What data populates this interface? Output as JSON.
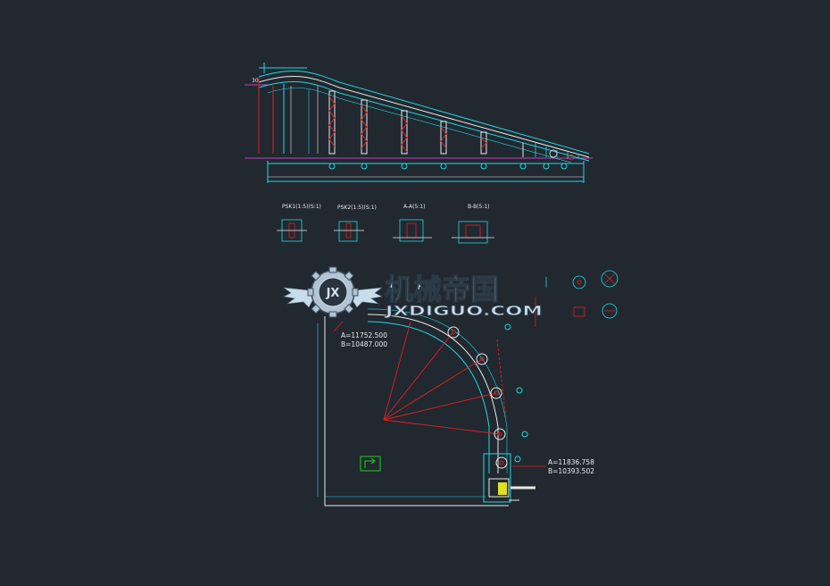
{
  "drawing": {
    "background_color": "#212830",
    "section_labels": {
      "psk1": "PSK1(1:5)(S:1)",
      "psk2": "PSK2(1:5)(S:1)",
      "section_a": "A-A(5:1)",
      "section_b": "B-B(5:1)"
    },
    "start_coords": {
      "a": "A=11752.500",
      "b": "B=10487.000"
    },
    "end_coords": {
      "a": "A=11836.758",
      "b": "B=10393.502"
    },
    "left_tag": "30"
  },
  "watermark": {
    "cn_text": "机械帝国",
    "en_text": "JXDIGUO.COM",
    "badge_text": "JX"
  },
  "colors": {
    "cyan": "#20d8e0",
    "white": "#e8e8e8",
    "red": "#e02020",
    "magenta": "#c040c0",
    "green": "#20d020",
    "yellow": "#e0e020",
    "watermark_text": "#c8dcec"
  }
}
